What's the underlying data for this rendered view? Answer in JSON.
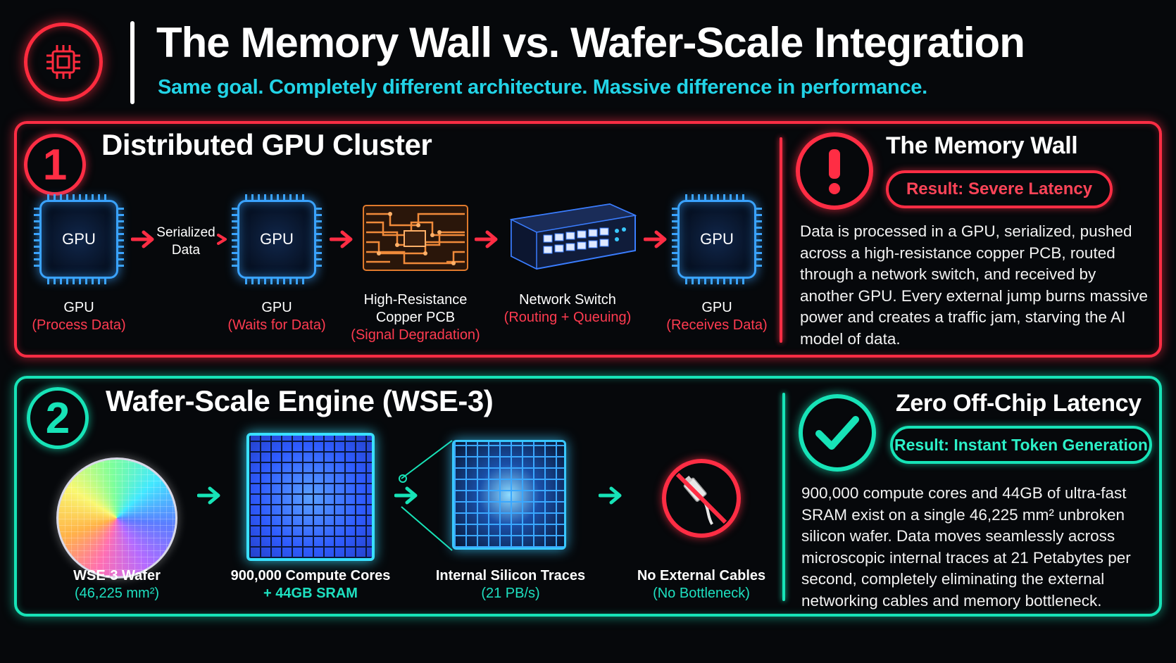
{
  "header": {
    "title": "The Memory Wall vs. Wafer-Scale Integration",
    "subtitle": "Same goal. Completely different architecture. Massive difference in performance."
  },
  "colors": {
    "red": "#ff2d44",
    "teal": "#17e3b7",
    "cyan": "#22d3e6",
    "blue": "#3aa3ff"
  },
  "section1": {
    "number": "1",
    "title": "Distributed GPU Cluster",
    "nodes": [
      {
        "chip_text": "GPU",
        "label": "GPU",
        "sub": "(Process Data)"
      },
      {
        "chip_text": "GPU",
        "label": "GPU",
        "sub": "(Waits for Data)"
      },
      {
        "label1": "High-Resistance",
        "label2": "Copper PCB",
        "sub": "(Signal Degradation)"
      },
      {
        "label": "Network Switch",
        "sub": "(Routing + Queuing)"
      },
      {
        "chip_text": "GPU",
        "label": "GPU",
        "sub": "(Receives Data)"
      }
    ],
    "arrow_label_1": "Serialized",
    "arrow_label_2": "Data",
    "result_title": "The Memory Wall",
    "result_pill": "Result: Severe Latency",
    "description": "Data is processed in a GPU, serialized, pushed across a high-resistance copper PCB, routed through a network switch, and received by another GPU. Every external jump burns massive power and creates a traffic jam, starving the AI model of data."
  },
  "section2": {
    "number": "2",
    "title": "Wafer-Scale Engine (WSE-3)",
    "nodes": [
      {
        "label": "WSE-3 Wafer",
        "sub": "(46,225 mm²)"
      },
      {
        "label": "900,000 Compute Cores",
        "sub": "+ 44GB SRAM"
      },
      {
        "label": "Internal Silicon Traces",
        "sub": "(21 PB/s)"
      },
      {
        "label": "No External Cables",
        "sub": "(No Bottleneck)"
      }
    ],
    "result_title": "Zero Off-Chip Latency",
    "result_pill": "Result: Instant Token Generation",
    "description": "900,000 compute cores and 44GB of ultra-fast SRAM exist on a single 46,225 mm² unbroken silicon wafer. Data moves seamlessly across microscopic internal traces at 21 Petabytes per second, completely eliminating the external networking cables and memory bottleneck."
  }
}
